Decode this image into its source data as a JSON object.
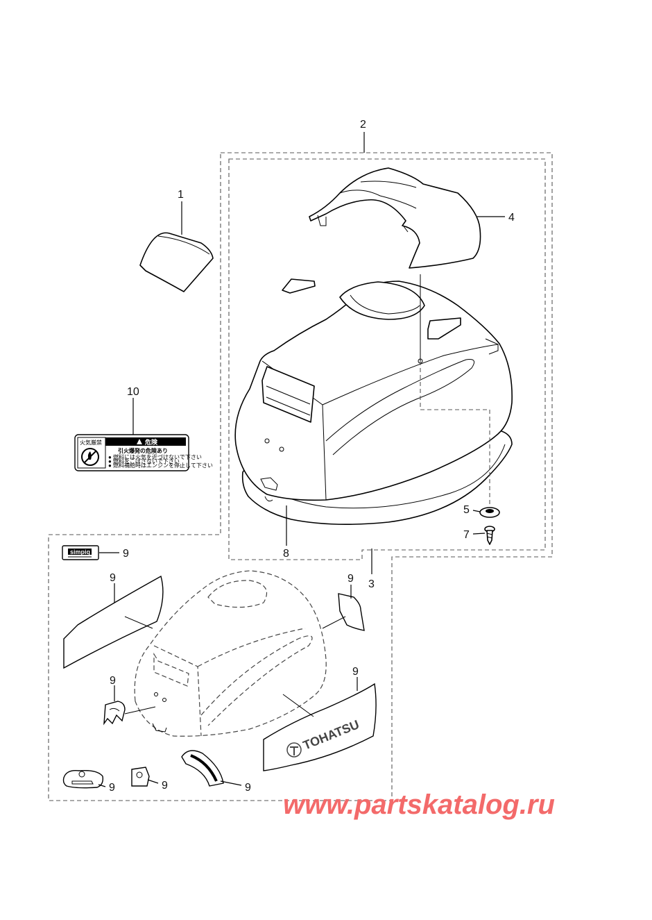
{
  "callouts": {
    "p1": "1",
    "p2": "2",
    "p3": "3",
    "p4": "4",
    "p5": "5",
    "p7": "7",
    "p8": "8",
    "p9": "9",
    "p10": "10"
  },
  "warning_label": {
    "left_title": "火気厳禁",
    "right_title": "危険",
    "headline": "引火爆発の危険あり",
    "line1": "● 燃料には火気を近づけないで下さい",
    "line2": "● 燃料をこぼさないで下さい",
    "line3": "● 燃料補給時はエンジンを停止して下さい"
  },
  "decal": {
    "brand": "TOHATSU",
    "small_badge": "simpiq"
  },
  "watermark": "www.partskatalog.ru"
}
